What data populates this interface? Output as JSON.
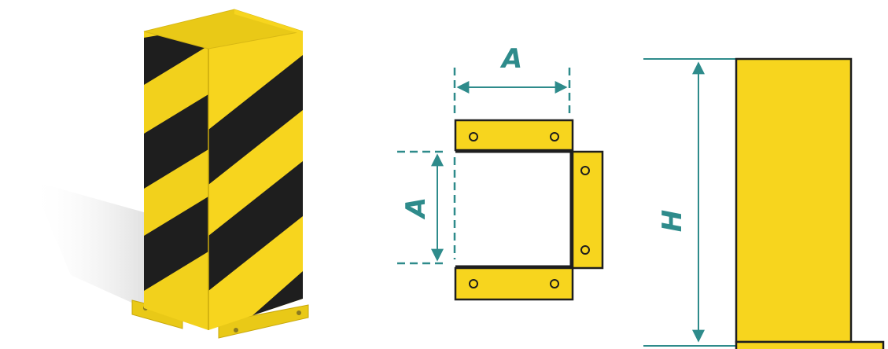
{
  "labels": {
    "width_top": "A",
    "width_side": "A",
    "height": "H"
  },
  "colors": {
    "yellow": "#F7D51E",
    "black": "#1E1E1E",
    "teal": "#2E8B8B",
    "shadow": "#E4E4E4"
  }
}
